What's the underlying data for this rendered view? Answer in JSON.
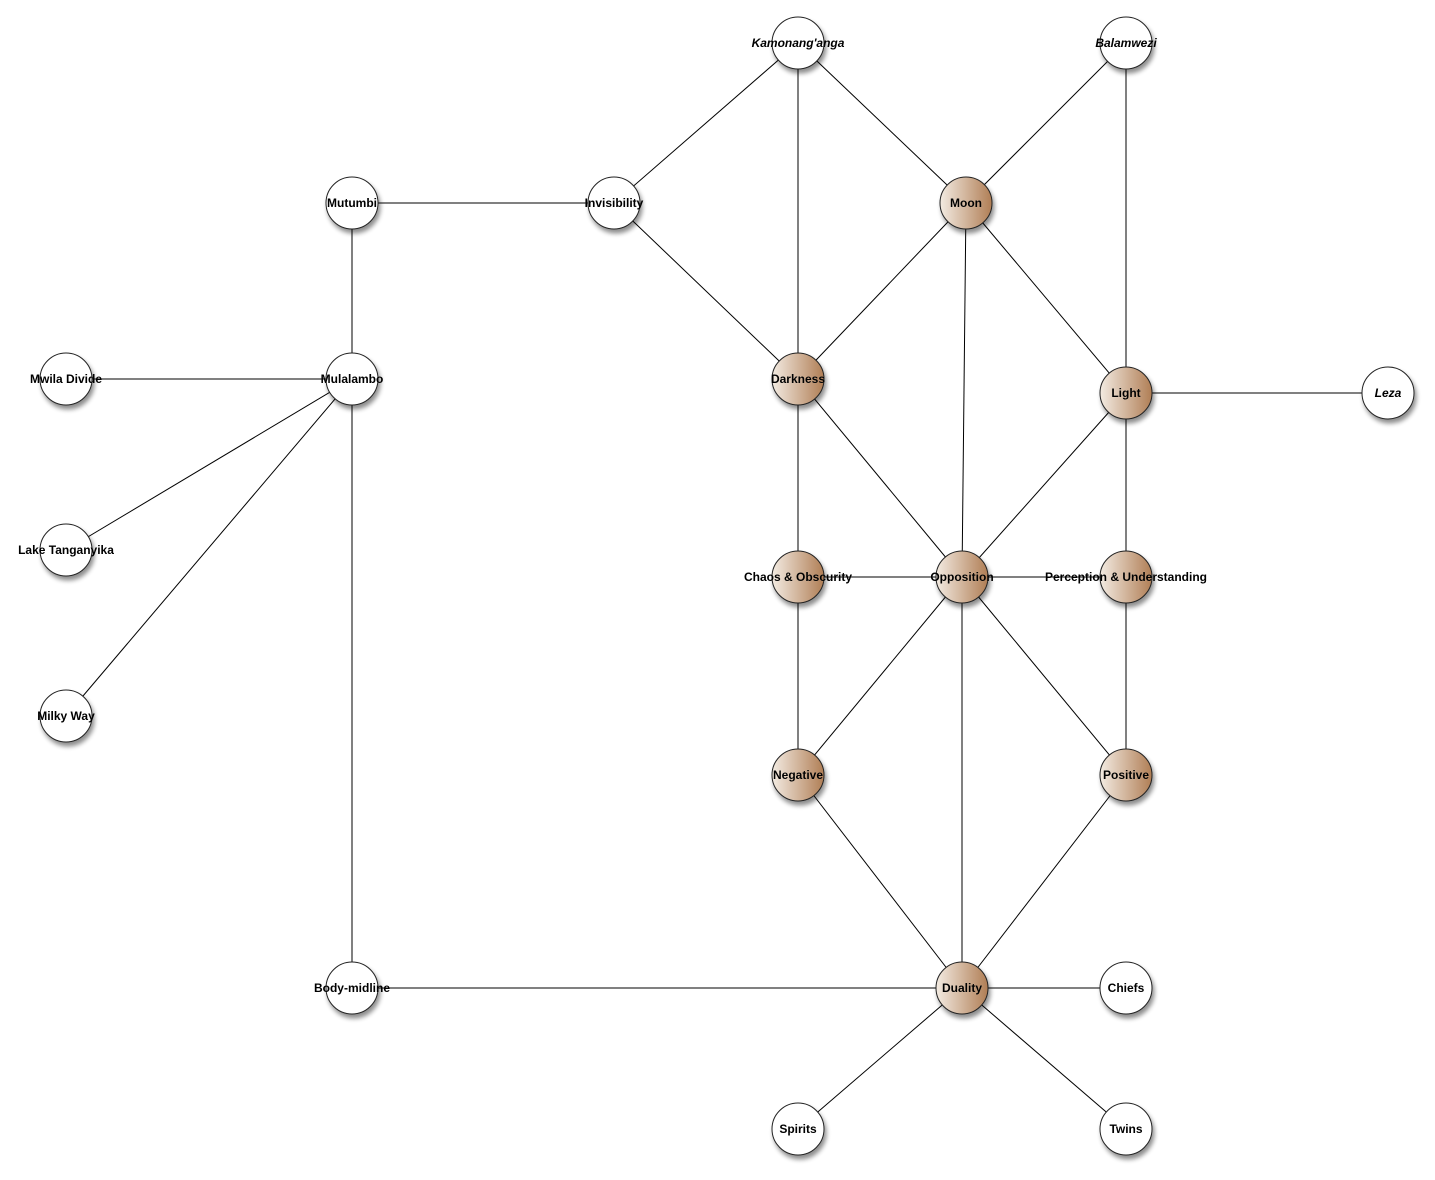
{
  "colors": {
    "edge": "#000000",
    "node_plain_fill": "#ffffff",
    "node_highlight_light": "#f3ebe2",
    "node_highlight_dark": "#b07e55",
    "node_stroke": "#222222"
  },
  "nodes": [
    {
      "id": "kamonanganga",
      "label": "Kamonang'anga",
      "italic": true,
      "highlight": false
    },
    {
      "id": "balamwezi",
      "label": "Balamwezi",
      "italic": true,
      "highlight": false
    },
    {
      "id": "mutumbi",
      "label": "Mutumbi",
      "italic": false,
      "highlight": false
    },
    {
      "id": "invisibility",
      "label": "Invisibility",
      "italic": false,
      "highlight": false
    },
    {
      "id": "moon",
      "label": "Moon",
      "italic": false,
      "highlight": true
    },
    {
      "id": "mwila-divide",
      "label": "Mwila Divide",
      "italic": false,
      "highlight": false
    },
    {
      "id": "mulalambo",
      "label": "Mulalambo",
      "italic": false,
      "highlight": false
    },
    {
      "id": "darkness",
      "label": "Darkness",
      "italic": false,
      "highlight": true
    },
    {
      "id": "light",
      "label": "Light",
      "italic": false,
      "highlight": true
    },
    {
      "id": "leza",
      "label": "Leza",
      "italic": true,
      "highlight": false
    },
    {
      "id": "lake-tanganyika",
      "label": "Lake Tanganyika",
      "italic": false,
      "highlight": false
    },
    {
      "id": "chaos",
      "label": "Chaos & Obscurity",
      "italic": false,
      "highlight": true
    },
    {
      "id": "opposition",
      "label": "Opposition",
      "italic": false,
      "highlight": true
    },
    {
      "id": "perception",
      "label": "Perception & Understanding",
      "italic": false,
      "highlight": true
    },
    {
      "id": "milky-way",
      "label": "Milky Way",
      "italic": false,
      "highlight": false
    },
    {
      "id": "negative",
      "label": "Negative",
      "italic": false,
      "highlight": true
    },
    {
      "id": "positive",
      "label": "Positive",
      "italic": false,
      "highlight": true
    },
    {
      "id": "body-midline",
      "label": "Body-midline",
      "italic": false,
      "highlight": false
    },
    {
      "id": "duality",
      "label": "Duality",
      "italic": false,
      "highlight": true
    },
    {
      "id": "chiefs",
      "label": "Chiefs",
      "italic": false,
      "highlight": false
    },
    {
      "id": "spirits",
      "label": "Spirits",
      "italic": false,
      "highlight": false
    },
    {
      "id": "twins",
      "label": "Twins",
      "italic": false,
      "highlight": false
    }
  ],
  "edges": [
    [
      "kamonanganga",
      "invisibility"
    ],
    [
      "kamonanganga",
      "darkness"
    ],
    [
      "kamonanganga",
      "moon"
    ],
    [
      "balamwezi",
      "moon"
    ],
    [
      "balamwezi",
      "light"
    ],
    [
      "mutumbi",
      "invisibility"
    ],
    [
      "mutumbi",
      "mulalambo"
    ],
    [
      "invisibility",
      "darkness"
    ],
    [
      "moon",
      "darkness"
    ],
    [
      "moon",
      "opposition"
    ],
    [
      "moon",
      "light"
    ],
    [
      "mwila-divide",
      "mulalambo"
    ],
    [
      "mulalambo",
      "lake-tanganyika"
    ],
    [
      "mulalambo",
      "milky-way"
    ],
    [
      "mulalambo",
      "body-midline"
    ],
    [
      "darkness",
      "chaos"
    ],
    [
      "darkness",
      "opposition"
    ],
    [
      "light",
      "leza"
    ],
    [
      "light",
      "opposition"
    ],
    [
      "light",
      "perception"
    ],
    [
      "chaos",
      "opposition"
    ],
    [
      "chaos",
      "negative"
    ],
    [
      "opposition",
      "perception"
    ],
    [
      "opposition",
      "negative"
    ],
    [
      "opposition",
      "positive"
    ],
    [
      "opposition",
      "duality"
    ],
    [
      "perception",
      "positive"
    ],
    [
      "negative",
      "duality"
    ],
    [
      "positive",
      "duality"
    ],
    [
      "body-midline",
      "duality"
    ],
    [
      "duality",
      "chiefs"
    ],
    [
      "duality",
      "spirits"
    ],
    [
      "duality",
      "twins"
    ]
  ]
}
